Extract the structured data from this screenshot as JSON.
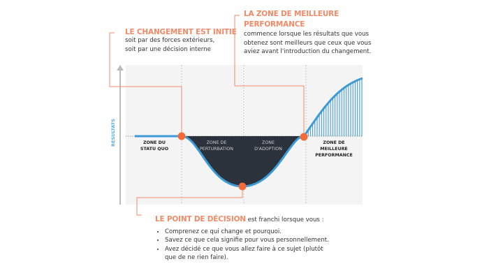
{
  "annotations": {
    "start": {
      "title": "LE CHANGEMENT EST INITIE",
      "lines": [
        "soit par des forces extérieurs,",
        "soit par une décision interne"
      ]
    },
    "better": {
      "title_lines": [
        "LA ZONE DE MEILLEURE",
        "PERFORMANCE"
      ],
      "lines": [
        "commence lorsque les résultats que vous",
        "obtenez sont meilleurs que ceux que vous",
        "aviez avant l'introduction du changement."
      ]
    },
    "decision": {
      "title": "LE POINT DE DÉCISION",
      "suffix": " est franchi lorsque vous :",
      "bullets": [
        "Comprenez ce qui change et pourquoi.",
        "Savez ce que cela signifie pour vous personnellement.",
        "Avez décidé ce que vous allez faire à ce sujet (plutôt que de ne rien faire)."
      ]
    }
  },
  "diagram": {
    "y_axis_label": "RESULTATS",
    "zones": [
      {
        "lines": [
          "ZONE DU",
          "STATU QUO"
        ]
      },
      {
        "lines": [
          "ZONE DE",
          "PERTURBATION"
        ]
      },
      {
        "lines": [
          "ZONE",
          "D'ADOPTION"
        ]
      },
      {
        "lines": [
          "ZONE DE",
          "MEILLEURE",
          "PERFORMANCE"
        ]
      }
    ]
  },
  "colors": {
    "accent": "#f26b3a",
    "line_orange": "#f28a68",
    "curve": "#3d9ad6",
    "dip": "#2b323c",
    "bg": "#f4f4f4"
  }
}
